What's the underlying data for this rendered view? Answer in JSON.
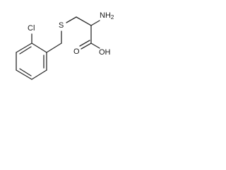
{
  "molecule": {
    "atoms": {
      "chlorine": "Cl",
      "sulfur": "S",
      "amine": "NH",
      "amine_subscript": "2",
      "hydroxyl": "OH",
      "carbonyl_oxygen": "O"
    }
  }
}
